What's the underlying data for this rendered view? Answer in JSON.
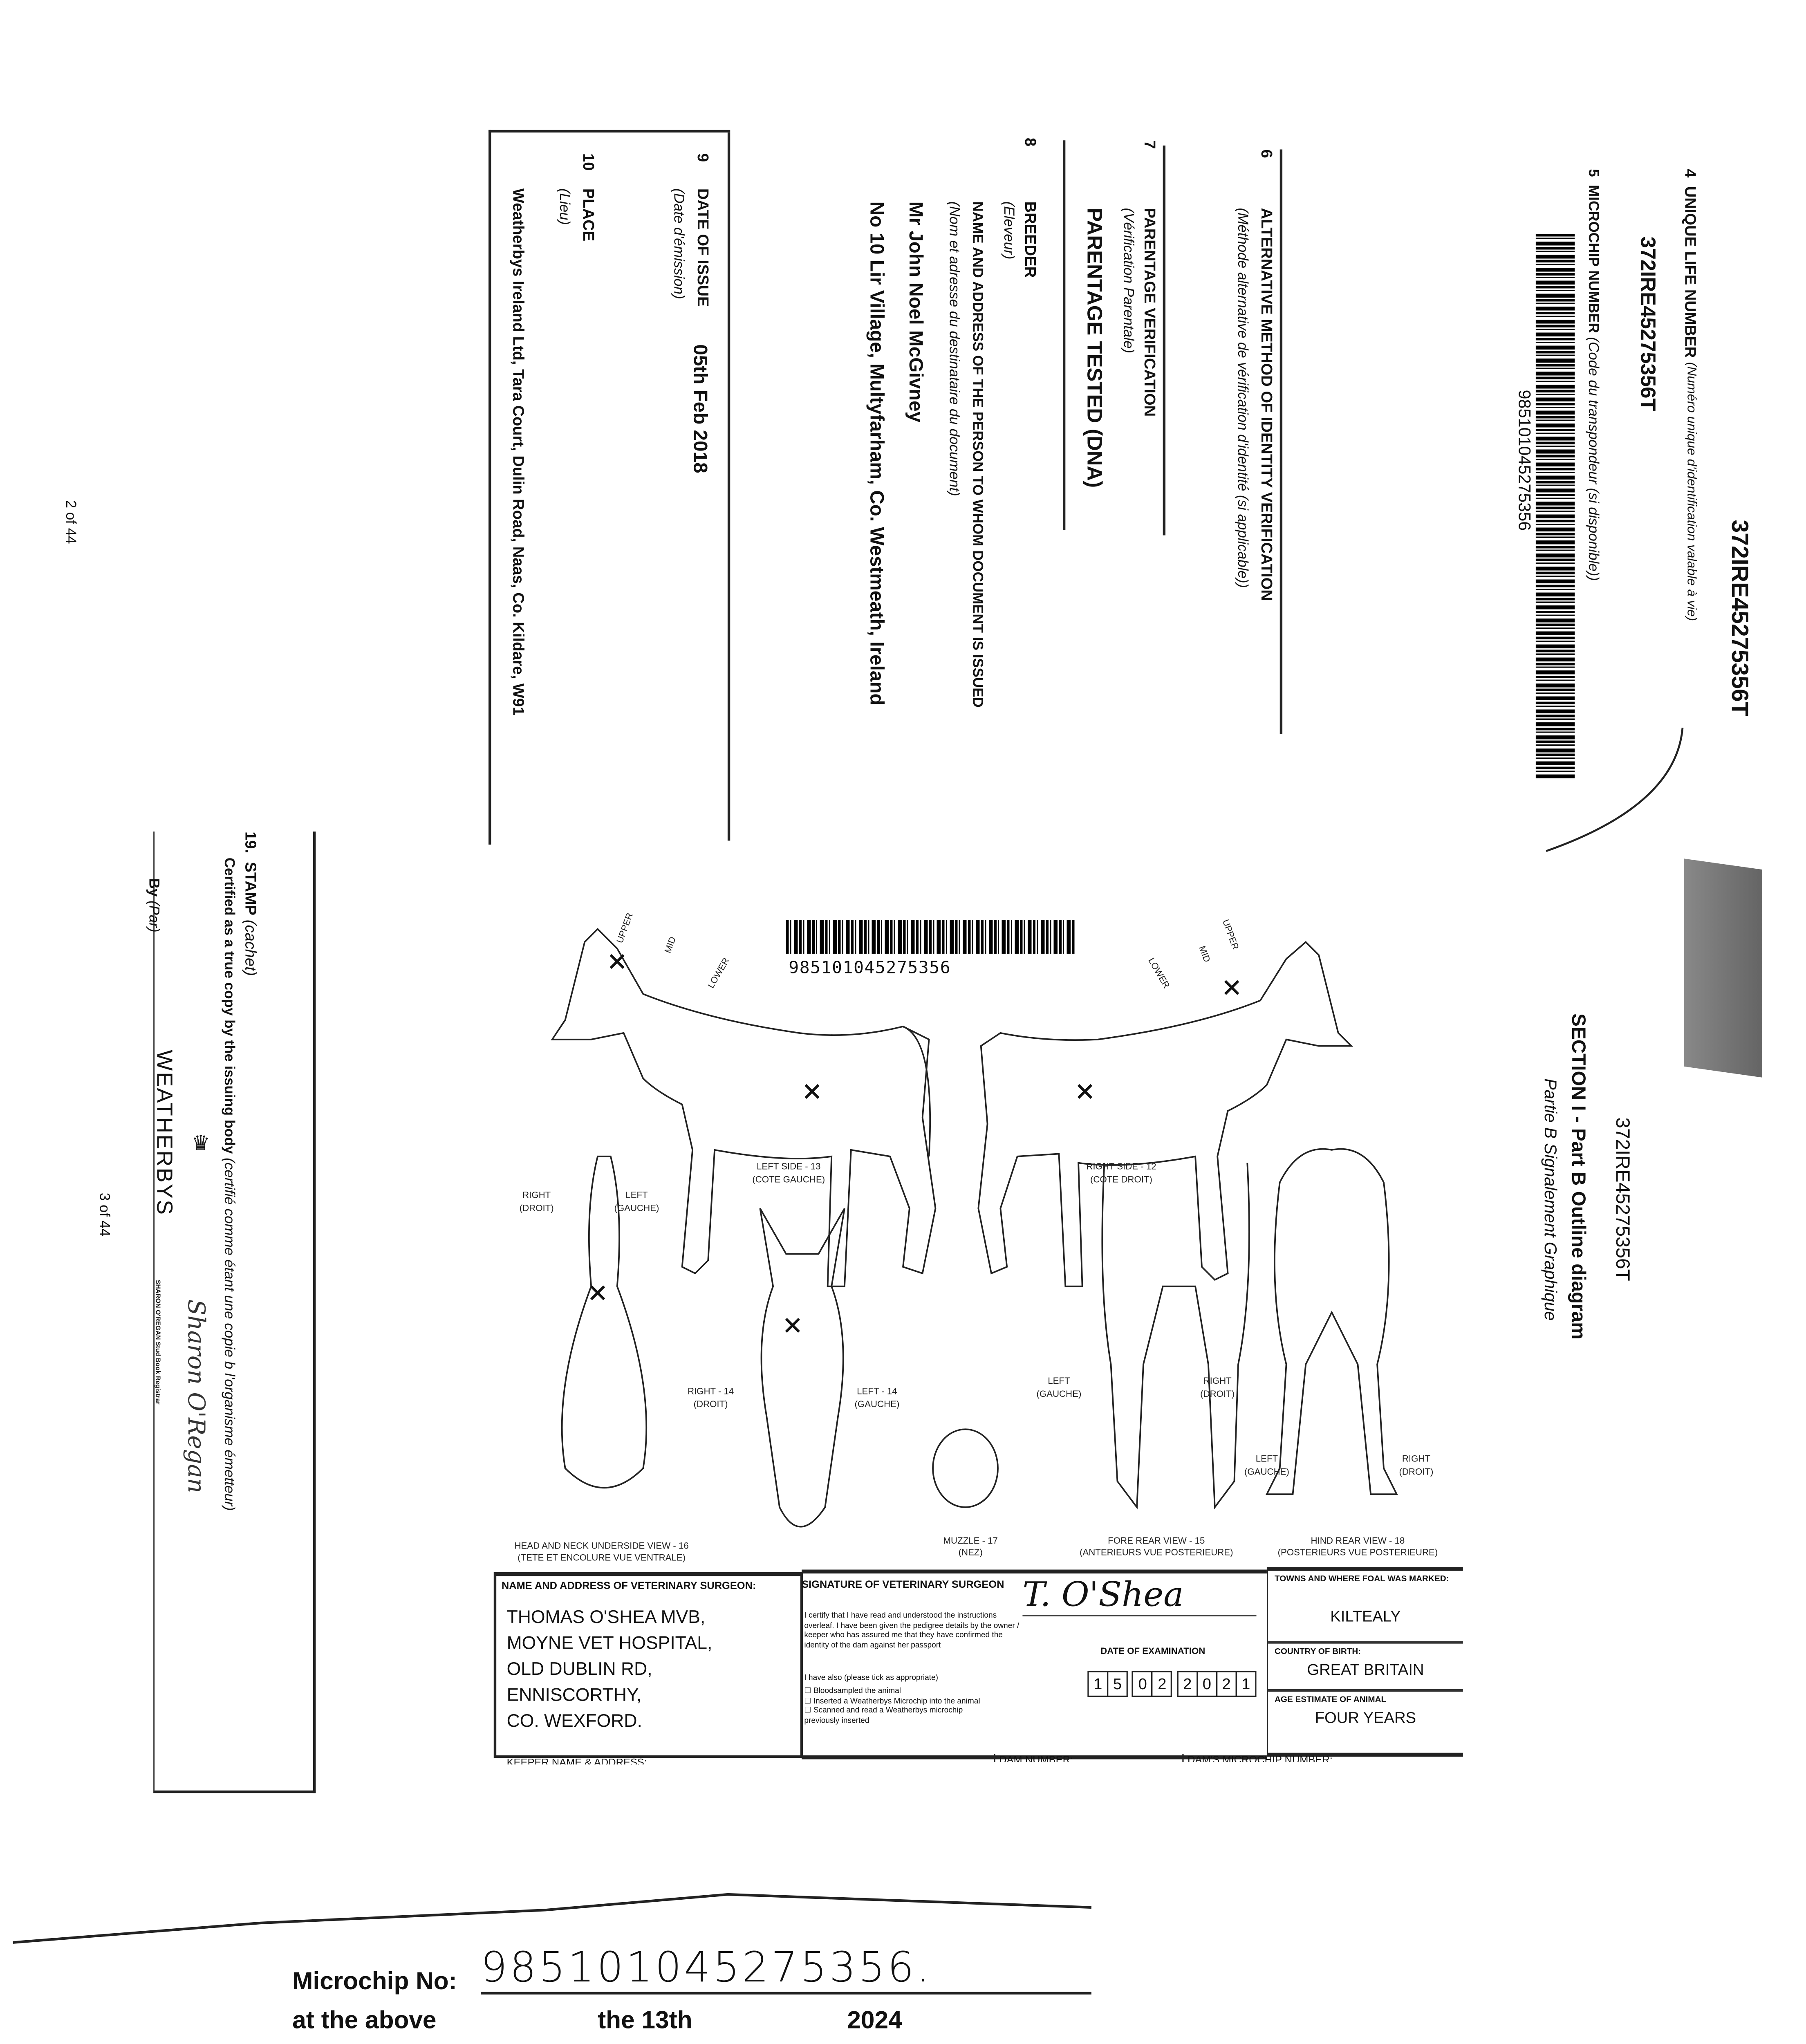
{
  "page_header_number": "372IRE45275356T",
  "field4": {
    "num": "4",
    "label": "UNIQUE LIFE NUMBER",
    "label_fr": "(Numéro unique d'identification valable à vie)",
    "value": "372IRE45275356T"
  },
  "field5": {
    "num": "5",
    "label": "MICROCHIP NUMBER",
    "label_fr": "(Code du transpondeur (si disponible))",
    "value": "985101045275356"
  },
  "field6": {
    "num": "6",
    "label": "ALTERNATIVE METHOD OF IDENTITY VERIFICATION",
    "label_fr": "(Méthode alternative de vérification d'identité (si applicable))"
  },
  "field7": {
    "num": "7",
    "label": "PARENTAGE VERIFICATION",
    "label_fr": "(Vérification Parentale)",
    "value": "PARENTAGE TESTED (DNA)"
  },
  "field8": {
    "num": "8",
    "label": "BREEDER",
    "label_fr": "(Eleveur)",
    "sublabel": "NAME AND ADDRESS OF THE PERSON TO WHOM DOCUMENT IS ISSUED",
    "sublabel_fr": "(Nom et adresse du destinataire du document)",
    "name": "Mr John Noel McGivney",
    "address": "No 10 Lir Village, Multyfarham, Co. Westmeath, Ireland"
  },
  "field9": {
    "num": "9",
    "label": "DATE OF ISSUE",
    "label_fr": "(Date d'émission)",
    "value": "05th Feb 2018"
  },
  "field10": {
    "num": "10",
    "label": "PLACE",
    "label_fr": "(Lieu)",
    "value": "Weatherbys Ireland Ltd, Tara Court, Dulin Road, Naas, Co. Kildare, W91"
  },
  "page_left": "2 of 44",
  "page_left2": "3 of 44",
  "stamp": {
    "num": "19.",
    "label": "STAMP",
    "label_fr": "(cachet)",
    "certified": "Certified as a true copy by the issuing body",
    "certified_fr": "(certifié comme étant une copie b l'organisme émetteur)",
    "by": "By",
    "by_fr": "(Par)",
    "logo": "WEATHERBYS",
    "signature": "Sharon O'Regan",
    "signer": "SHARON O'REGAN  Stud Book Registrar"
  },
  "section": {
    "number": "372IRE45275356T",
    "title": "SECTION I - Part B Outline diagram",
    "subtitle": "Partie B Signalement Graphique"
  },
  "diagram": {
    "barcode_number": "985101045275356",
    "left_side": "LEFT SIDE - 13",
    "left_side_fr": "(COTE GAUCHE)",
    "right_side": "RIGHT SIDE - 12",
    "right_side_fr": "(COTE DROIT)",
    "upper": "UPPER",
    "mid": "MID",
    "lower": "LOWER",
    "right": "RIGHT",
    "right_fr": "(DROIT)",
    "left": "LEFT",
    "left_fr": "(GAUCHE)",
    "head_right": "RIGHT - 14",
    "head_left": "LEFT - 14",
    "neck_view": "HEAD AND NECK UNDERSIDE VIEW - 16",
    "neck_view_fr": "(TETE ET ENCOLURE VUE VENTRALE)",
    "muzzle": "MUZZLE - 17",
    "muzzle_fr": "(NEZ)",
    "fore_view": "FORE REAR VIEW - 15",
    "fore_view_fr": "(ANTERIEURS VUE POSTERIEURE)",
    "hind_view": "HIND REAR VIEW - 18",
    "hind_view_fr": "(POSTERIEURS VUE POSTERIEURE)"
  },
  "vet": {
    "name_label": "NAME AND ADDRESS OF VETERINARY SURGEON:",
    "address_lines": [
      "THOMAS O'SHEA MVB,",
      "MOYNE VET HOSPITAL,",
      "OLD DUBLIN RD,",
      "ENNISCORTHY,",
      "CO. WEXFORD."
    ],
    "signature_label": "SIGNATURE OF VETERINARY SURGEON",
    "signature": "T. O'Shea",
    "certify_text": "I certify that I have read and understood the instructions overleaf. I have been given the pedigree details by the owner / keeper who has assured me that they have confirmed the identity of the dam against her passport",
    "also_label": "I have also (please tick as appropriate)",
    "checks": [
      "Bloodsampled the animal",
      "Inserted a Weatherbys Microchip into the animal",
      "Scanned and read a Weatherbys microchip previously inserted"
    ],
    "exam_label": "DATE OF EXAMINATION",
    "exam_digits": [
      "1",
      "5",
      "0",
      "2",
      "2",
      "0",
      "2",
      "1"
    ],
    "town_label": "TOWNS AND WHERE FOAL WAS MARKED:",
    "town": "KILTEALY",
    "country_label": "COUNTRY OF BIRTH:",
    "country": "GREAT BRITAIN",
    "age_label": "AGE ESTIMATE OF ANIMAL",
    "age": "FOUR YEARS",
    "keeper_label": "KEEPER NAME & ADDRESS:",
    "dam_label": "DAM NUMBER:",
    "dam_chip_label": "DAM'S MICROCHIP NUMBER:"
  },
  "bottom": {
    "microchip_label": "Microchip No:",
    "microchip_value": "985101045275356.",
    "line2a": "at the above",
    "line2b": "the 13th",
    "line2c": "2024"
  }
}
